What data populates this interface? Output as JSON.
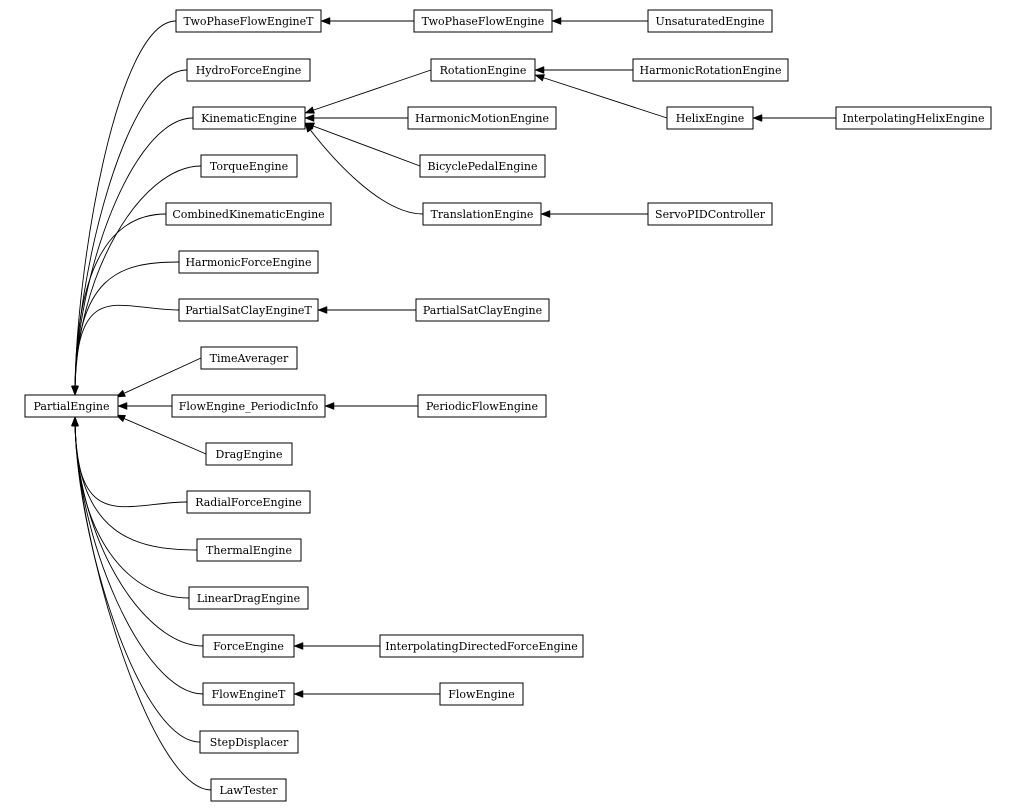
{
  "diagram": {
    "type": "class-inheritance",
    "nodes": [
      {
        "id": "PartialEngine",
        "label": "PartialEngine"
      },
      {
        "id": "TwoPhaseFlowEngineT",
        "label": "TwoPhaseFlowEngineT"
      },
      {
        "id": "TwoPhaseFlowEngine",
        "label": "TwoPhaseFlowEngine"
      },
      {
        "id": "UnsaturatedEngine",
        "label": "UnsaturatedEngine"
      },
      {
        "id": "HydroForceEngine",
        "label": "HydroForceEngine"
      },
      {
        "id": "RotationEngine",
        "label": "RotationEngine"
      },
      {
        "id": "HarmonicRotationEngine",
        "label": "HarmonicRotationEngine"
      },
      {
        "id": "KinematicEngine",
        "label": "KinematicEngine"
      },
      {
        "id": "HarmonicMotionEngine",
        "label": "HarmonicMotionEngine"
      },
      {
        "id": "HelixEngine",
        "label": "HelixEngine"
      },
      {
        "id": "InterpolatingHelixEngine",
        "label": "InterpolatingHelixEngine"
      },
      {
        "id": "TorqueEngine",
        "label": "TorqueEngine"
      },
      {
        "id": "BicyclePedalEngine",
        "label": "BicyclePedalEngine"
      },
      {
        "id": "CombinedKinematicEngine",
        "label": "CombinedKinematicEngine"
      },
      {
        "id": "TranslationEngine",
        "label": "TranslationEngine"
      },
      {
        "id": "ServoPIDController",
        "label": "ServoPIDController"
      },
      {
        "id": "HarmonicForceEngine",
        "label": "HarmonicForceEngine"
      },
      {
        "id": "PartialSatClayEngineT",
        "label": "PartialSatClayEngineT"
      },
      {
        "id": "PartialSatClayEngine",
        "label": "PartialSatClayEngine"
      },
      {
        "id": "TimeAverager",
        "label": "TimeAverager"
      },
      {
        "id": "FlowEngine_PeriodicInfo",
        "label": "FlowEngine_PeriodicInfo"
      },
      {
        "id": "PeriodicFlowEngine",
        "label": "PeriodicFlowEngine"
      },
      {
        "id": "DragEngine",
        "label": "DragEngine"
      },
      {
        "id": "RadialForceEngine",
        "label": "RadialForceEngine"
      },
      {
        "id": "ThermalEngine",
        "label": "ThermalEngine"
      },
      {
        "id": "LinearDragEngine",
        "label": "LinearDragEngine"
      },
      {
        "id": "ForceEngine",
        "label": "ForceEngine"
      },
      {
        "id": "InterpolatingDirectedForceEngine",
        "label": "InterpolatingDirectedForceEngine"
      },
      {
        "id": "FlowEngineT",
        "label": "FlowEngineT"
      },
      {
        "id": "FlowEngine",
        "label": "FlowEngine"
      },
      {
        "id": "StepDisplacer",
        "label": "StepDisplacer"
      },
      {
        "id": "LawTester",
        "label": "LawTester"
      }
    ],
    "edges": [
      {
        "from": "TwoPhaseFlowEngineT",
        "to": "PartialEngine"
      },
      {
        "from": "HydroForceEngine",
        "to": "PartialEngine"
      },
      {
        "from": "KinematicEngine",
        "to": "PartialEngine"
      },
      {
        "from": "TorqueEngine",
        "to": "PartialEngine"
      },
      {
        "from": "CombinedKinematicEngine",
        "to": "PartialEngine"
      },
      {
        "from": "HarmonicForceEngine",
        "to": "PartialEngine"
      },
      {
        "from": "PartialSatClayEngineT",
        "to": "PartialEngine"
      },
      {
        "from": "TimeAverager",
        "to": "PartialEngine"
      },
      {
        "from": "FlowEngine_PeriodicInfo",
        "to": "PartialEngine"
      },
      {
        "from": "DragEngine",
        "to": "PartialEngine"
      },
      {
        "from": "RadialForceEngine",
        "to": "PartialEngine"
      },
      {
        "from": "ThermalEngine",
        "to": "PartialEngine"
      },
      {
        "from": "LinearDragEngine",
        "to": "PartialEngine"
      },
      {
        "from": "ForceEngine",
        "to": "PartialEngine"
      },
      {
        "from": "FlowEngineT",
        "to": "PartialEngine"
      },
      {
        "from": "StepDisplacer",
        "to": "PartialEngine"
      },
      {
        "from": "LawTester",
        "to": "PartialEngine"
      },
      {
        "from": "TwoPhaseFlowEngine",
        "to": "TwoPhaseFlowEngineT"
      },
      {
        "from": "UnsaturatedEngine",
        "to": "TwoPhaseFlowEngine"
      },
      {
        "from": "RotationEngine",
        "to": "KinematicEngine"
      },
      {
        "from": "HarmonicMotionEngine",
        "to": "KinematicEngine"
      },
      {
        "from": "BicyclePedalEngine",
        "to": "KinematicEngine"
      },
      {
        "from": "TranslationEngine",
        "to": "KinematicEngine"
      },
      {
        "from": "HarmonicRotationEngine",
        "to": "RotationEngine"
      },
      {
        "from": "HelixEngine",
        "to": "RotationEngine"
      },
      {
        "from": "InterpolatingHelixEngine",
        "to": "HelixEngine"
      },
      {
        "from": "ServoPIDController",
        "to": "TranslationEngine"
      },
      {
        "from": "PartialSatClayEngine",
        "to": "PartialSatClayEngineT"
      },
      {
        "from": "PeriodicFlowEngine",
        "to": "FlowEngine_PeriodicInfo"
      },
      {
        "from": "InterpolatingDirectedForceEngine",
        "to": "ForceEngine"
      },
      {
        "from": "FlowEngine",
        "to": "FlowEngineT"
      }
    ]
  }
}
